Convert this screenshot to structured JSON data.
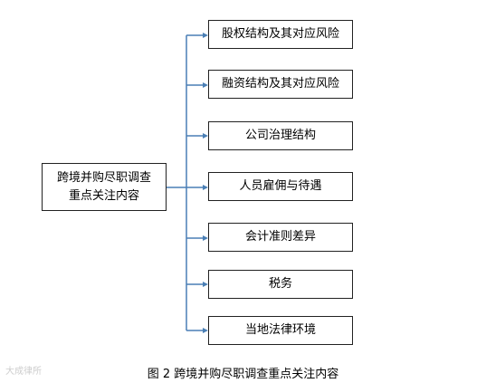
{
  "diagram": {
    "root": {
      "line1": "跨境并购尽职调查",
      "line2": "重点关注内容"
    },
    "items": [
      "股权结构及其对应风险",
      "融资结构及其对应风险",
      "公司治理结构",
      "人员雇佣与待遇",
      "会计准则差异",
      "税务",
      "当地法律环境"
    ],
    "line_color": "#4a7fb5"
  },
  "caption": "图 2  跨境并购尽职调查重点关注内容",
  "watermark": "大成律所"
}
